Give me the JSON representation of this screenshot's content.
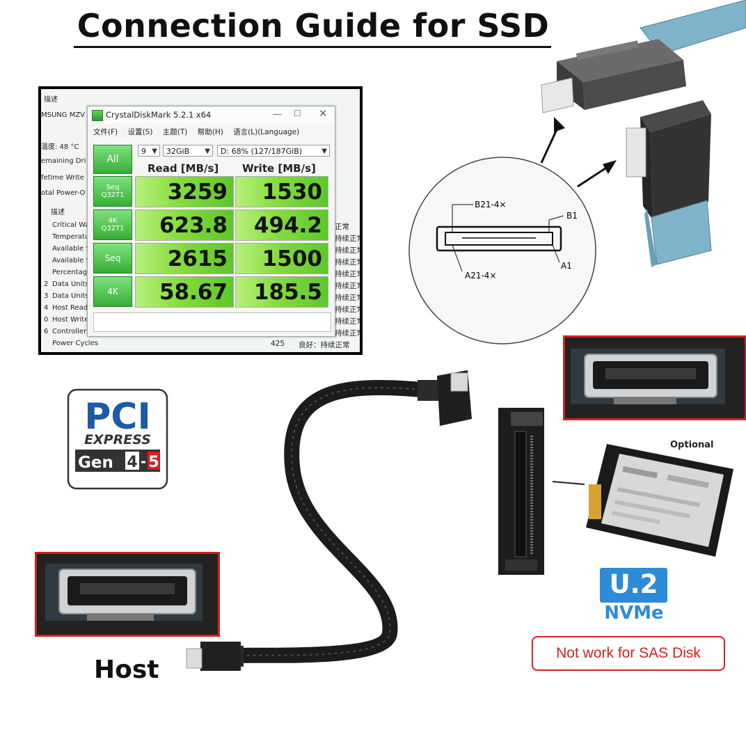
{
  "title": "Connection Guide for SSD",
  "benchmark": {
    "window_title": "CrystalDiskMark 5.2.1 x64",
    "menu": [
      "文件(F)",
      "设置(S)",
      "主题(T)",
      "帮助(H)",
      "语言(L)(Language)"
    ],
    "count_select": "9",
    "size_select": "32GiB",
    "drive_select": "D: 68% (127/187GiB)",
    "all_button": "All",
    "read_header": "Read [MB/s]",
    "write_header": "Write [MB/s]",
    "rows": [
      {
        "label_1": "Seq",
        "label_2": "Q32T1",
        "read": "3259",
        "write": "1530"
      },
      {
        "label_1": "4K",
        "label_2": "Q32T1",
        "read": "623.8",
        "write": "494.2"
      },
      {
        "label_1": "Seq",
        "label_2": "",
        "read": "2615",
        "write": "1500"
      },
      {
        "label_1": "4K",
        "label_2": "",
        "read": "58.67",
        "write": "185.5"
      }
    ],
    "background_lines": [
      "描述",
      "MSUNG MZV",
      "温度: 48 °C",
      "emaining Dri",
      "fetime Write",
      "otal Power-O",
      "描述",
      "Critical Wa",
      "Temperatu",
      "Available S",
      "Available S",
      "Percentage",
      "Data Units",
      "Data Units",
      "Host Read",
      "Host Write",
      "Controller",
      "Power Cycles"
    ],
    "background_prefixes": [
      "",
      "",
      "",
      "",
      "",
      "",
      "",
      "",
      "",
      "",
      "",
      "",
      "2",
      "3",
      "4",
      "0",
      "6",
      ""
    ],
    "status_text": "持续正常",
    "status_short": "正常",
    "last_value": "425",
    "last_status": "良好：持续正常"
  },
  "diagram": {
    "label_b21": "B21-4×",
    "label_b1": "B1",
    "label_a21": "A21-4×",
    "label_a1": "A1"
  },
  "logo": {
    "pci": "PCI",
    "express": "EXPRESS",
    "gen": "Gen",
    "gen_a": "4",
    "gen_sep": "-",
    "gen_b": "5"
  },
  "labels": {
    "host": "Host",
    "optional": "Optional",
    "u2": "U.2",
    "nvme": "NVMe",
    "not_sas": "Not work for SAS Disk"
  },
  "colors": {
    "accent_red": "#d42020",
    "accent_blue": "#2f8ad8",
    "cdm_green": "#5cc72a"
  }
}
